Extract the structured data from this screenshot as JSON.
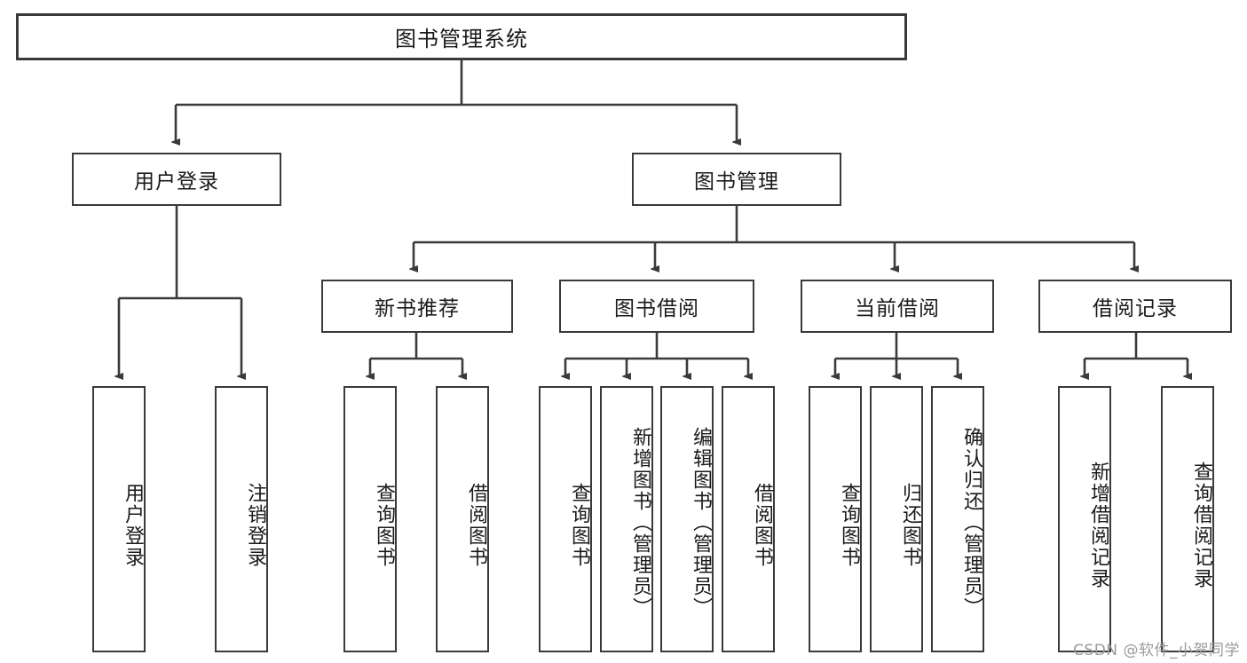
{
  "diagram": {
    "title": "图书管理系统",
    "watermark": "CSDN @软件_小贺同学",
    "stroke_color": "#3a3a3a",
    "text_color": "#1a1a1a",
    "background": "#ffffff",
    "nodes": {
      "root": "图书管理系统",
      "level2": {
        "user_login": "用户登录",
        "book_management": "图书管理"
      },
      "level3": {
        "new_book_recommend": "新书推荐",
        "book_borrow": "图书借阅",
        "current_borrow": "当前借阅",
        "borrow_record": "借阅记录"
      },
      "leaves": {
        "user_login_child_1": "用户登录",
        "user_login_child_2": "注销登录",
        "recommend_child_1": "查询图书",
        "recommend_child_2": "借阅图书",
        "borrow_child_1": "查询图书",
        "borrow_child_2": "新增图书（管理员）",
        "borrow_child_3": "编辑图书（管理员）",
        "borrow_child_4": "借阅图书",
        "current_child_1": "查询图书",
        "current_child_2": "归还图书",
        "current_child_3": "确认归还（管理员）",
        "record_child_1": "新增借阅记录",
        "record_child_2": "查询借阅记录"
      }
    }
  }
}
